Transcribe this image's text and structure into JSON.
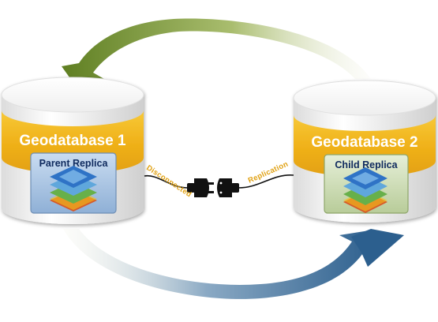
{
  "databases": [
    {
      "title": "Geodatabase 1",
      "replica_label": "Parent Replica"
    },
    {
      "title": "Geodatabase 2",
      "replica_label": "Child Replica"
    }
  ],
  "connection": {
    "left_label": "Disconnected",
    "right_label": "Replication"
  },
  "colors": {
    "cylinder_band": "#f2b81c",
    "arrow_top": "#6e8c2a",
    "arrow_bottom": "#2e6190",
    "parent_panel": "#a9c6e6",
    "child_panel": "#cfe0b7"
  },
  "icons": [
    "layer-stack-icon",
    "plug-icon",
    "socket-icon"
  ]
}
